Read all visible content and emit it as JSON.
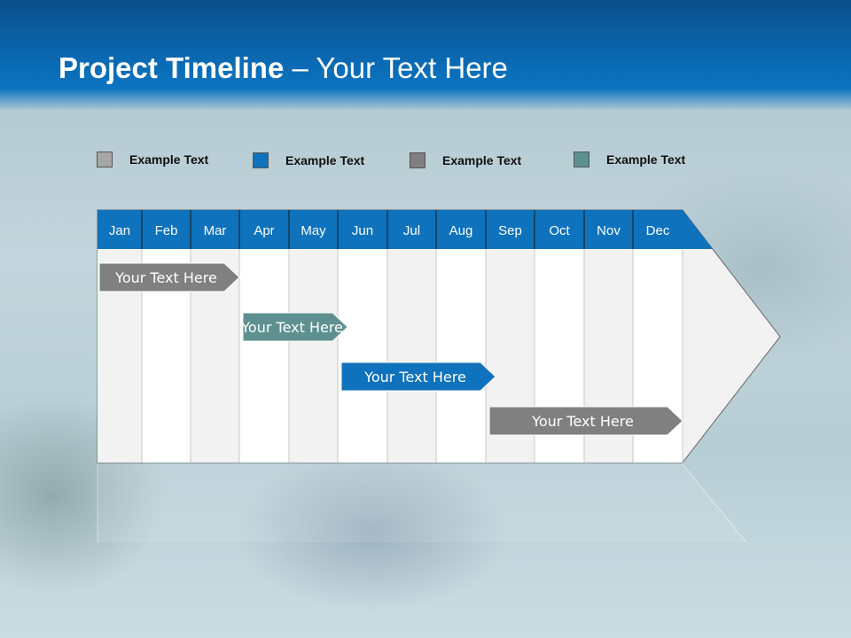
{
  "title": {
    "bold": "Project Timeline",
    "rest": " – Your Text Here"
  },
  "colors": {
    "header": "#0b6fb8",
    "gray": "#808080",
    "blue": "#0e72bc",
    "teal": "#5e9090"
  },
  "legend": [
    {
      "label": "Example Text",
      "color": "#a6a6a6"
    },
    {
      "label": "Example Text",
      "color": "#0e72bc"
    },
    {
      "label": "Example Text",
      "color": "#7f7f7f"
    },
    {
      "label": "Example Text",
      "color": "#5e9090"
    }
  ],
  "months": [
    "Jan",
    "Feb",
    "Mar",
    "Apr",
    "May",
    "Jun",
    "Jul",
    "Aug",
    "Sep",
    "Oct",
    "Nov",
    "Dec"
  ],
  "tasks": [
    {
      "label": "Your  Text Here",
      "start_month": 0.0,
      "end_month": 3.0,
      "color": "#808080"
    },
    {
      "label": "Your  Text Here",
      "start_month": 3.0,
      "end_month": 5.2,
      "color": "#5e9090"
    },
    {
      "label": "Your  Text Here",
      "start_month": 5.0,
      "end_month": 8.2,
      "color": "#0e72bc"
    },
    {
      "label": "Your  Text Here",
      "start_month": 8.0,
      "end_month": 12.0,
      "color": "#808080"
    }
  ]
}
